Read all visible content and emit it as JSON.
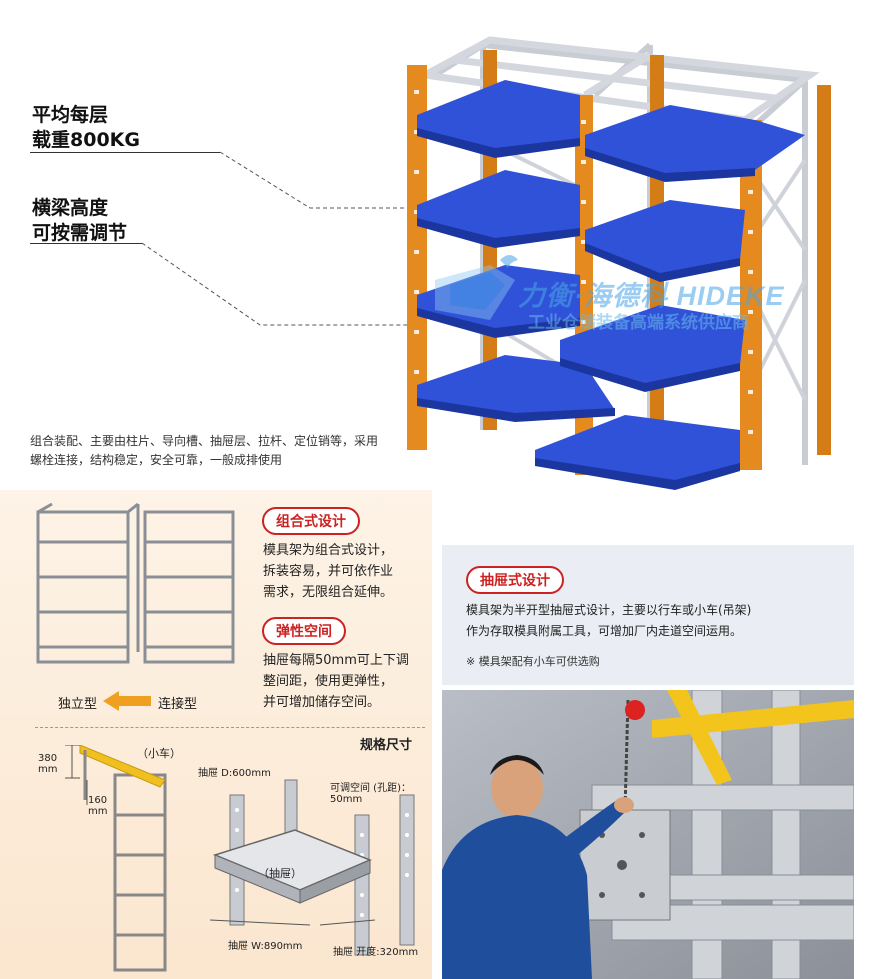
{
  "callouts": {
    "load_line1": "平均每层",
    "load_line2": "载重800KG",
    "beam_line1": "横梁高度",
    "beam_line2": "可按需调节"
  },
  "intro_text": "组合装配、主要由柱片、导向槽、抽屉层、拉杆、定位销等，采用螺栓连接，结构稳定，安全可靠，一般成排使用",
  "watermark": {
    "brand_cn": "力衡·海德科",
    "brand_en": "HIDEKE",
    "subtitle": "工业仓储装备高端系统供应商"
  },
  "combined": {
    "tag": "组合式设计",
    "desc_line1": "模具架为组合式设计，",
    "desc_line2": "拆装容易，并可依作业",
    "desc_line3": "需求，无限组合延伸。",
    "label_standalone": "独立型",
    "label_connected": "连接型"
  },
  "flexible": {
    "tag": "弹性空间",
    "desc_line1": "抽屉每隔50mm可上下调",
    "desc_line2": "整间距，使用更弹性，",
    "desc_line3": "并可增加储存空间。"
  },
  "drawer": {
    "tag": "抽屉式设计",
    "desc_line1": "模具架为半开型抽屉式设计，主要以行车或小车(吊架)",
    "desc_line2": "作为存取模具附属工具，可增加厂内走道空间运用。",
    "note": "※ 模具架配有小车可供选购"
  },
  "specs": {
    "title": "规格尺寸",
    "cart_label": "（小车）",
    "dim_380": "380",
    "dim_380_unit": "mm",
    "dim_160": "160",
    "dim_160_unit": "mm",
    "depth": "抽屉 D:600mm",
    "adjust_line1": "可调空间 (孔距)：",
    "adjust_line2": "50mm",
    "drawer_label": "（抽屉）",
    "width": "抽屉 W:890mm",
    "opening": "抽屉 开度:320mm"
  },
  "colors": {
    "upright_orange": "#e58a1f",
    "drawer_blue": "#2f52d8",
    "frame_silver": "#d9dde3",
    "tag_red": "#cc2222",
    "arrow_orange": "#f0a020"
  }
}
